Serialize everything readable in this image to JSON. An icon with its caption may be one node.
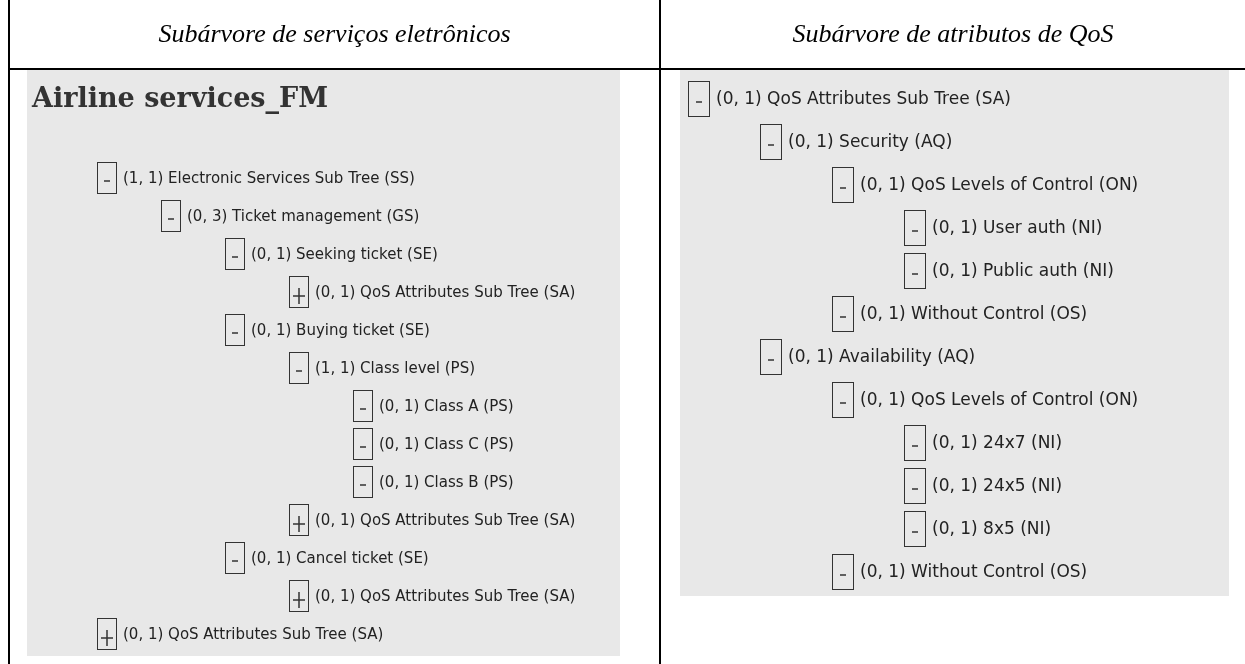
{
  "diagram": {
    "labels": [
      "Subárvore de serviços eletrônicos",
      "Subárvore de atributos de QoS",
      "Airline services_FM",
      "(1, 1) Electronic Services Sub Tree (SS)",
      "(0, 3) Ticket management (GS)",
      "(0, 1) Seeking ticket (SE)",
      "(0, 1) QoS Attributes Sub Tree (SA)",
      "(0, 1) Buying ticket (SE)",
      "(1, 1) Class level (PS)",
      "(0, 1) Class A (PS)",
      "(0, 1) Class C (PS)",
      "(0, 1) Class B (PS)",
      "(0, 1) QoS Attributes Sub Tree (SA)",
      "(0, 1) Cancel ticket (SE)",
      "(0, 1) QoS Attributes Sub Tree (SA)",
      "(0, 1) QoS Attributes Sub Tree (SA)",
      "(0, 1) QoS Attributes Sub Tree (SA)",
      "(0, 1) Security (AQ)",
      "(0, 1) QoS Levels of Control (ON)",
      "(0, 1) User auth (NI)",
      "(0, 1) Public auth (NI)",
      "(0, 1) Without Control (OS)",
      "(0, 1) Availability (AQ)",
      "(0, 1) QoS Levels of Control (ON)",
      "(0, 1) 24x7 (NI)",
      "(0, 1) 24x5 (NI)",
      "(0, 1) 8x5 (NI)",
      "(0, 1) Without Control (OS)"
    ]
  }
}
